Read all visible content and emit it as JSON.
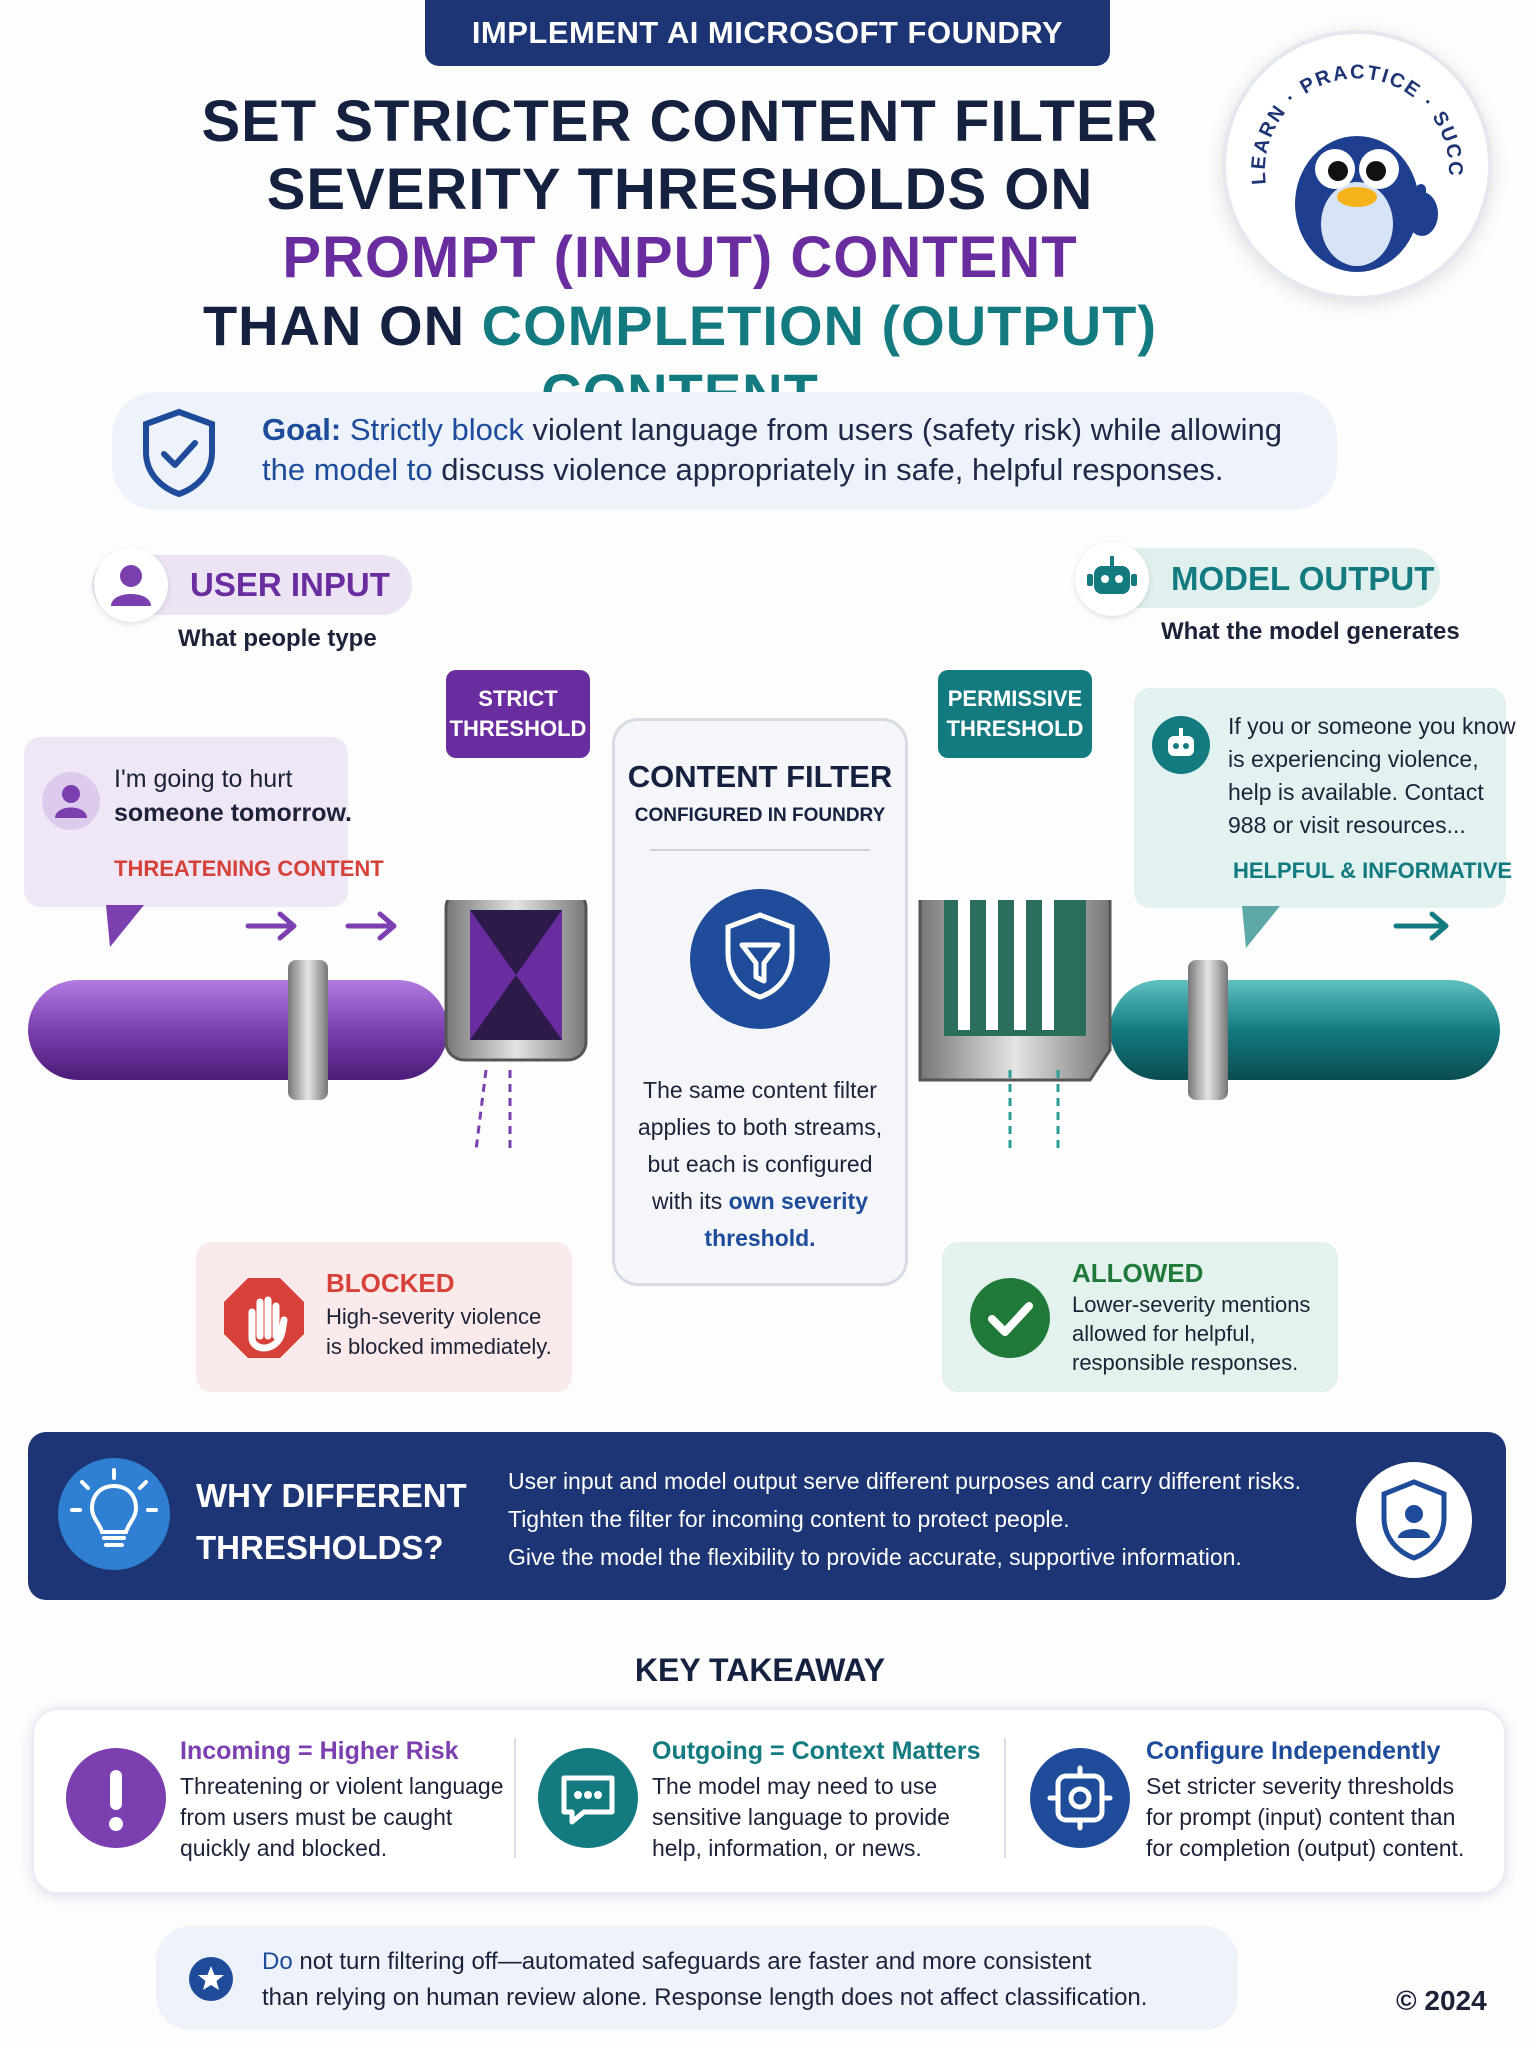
{
  "header": {
    "banner": "IMPLEMENT AI MICROSOFT FOUNDRY",
    "title_line1": "SET STRICTER CONTENT FILTER",
    "title_line2": "SEVERITY THRESHOLDS ON",
    "title_line3": "PROMPT (INPUT) CONTENT",
    "title_line4_a": "THAN ON ",
    "title_line4_b": "COMPLETION (OUTPUT) CONTENT"
  },
  "badge": {
    "arc_text": "LEARN · PRACTICE · SUCCEED",
    "icon": "penguin-mascot"
  },
  "goal": {
    "label": "Goal:",
    "part1": " Strictly block",
    "part2": " violent language from users (safety risk) while allowing",
    "part3": "the model to",
    "part4": " discuss violence appropriately in safe, helpful responses."
  },
  "user_input": {
    "title": "USER INPUT",
    "subtitle": "What people type",
    "threshold_line1": "STRICT",
    "threshold_line2": "THRESHOLD",
    "message_line1": "I'm going to hurt",
    "message_line2": "someone tomorrow.",
    "message_tag": "THREATENING CONTENT",
    "color": "#6a2d9f"
  },
  "model_output": {
    "title": "MODEL OUTPUT",
    "subtitle": "What the model generates",
    "threshold_line1": "PERMISSIVE",
    "threshold_line2": "THRESHOLD",
    "message_line1": "If you or someone you know",
    "message_line2": "is experiencing violence,",
    "message_line3": "help is available. Contact",
    "message_line4": "988 or visit resources...",
    "message_tag": "HELPFUL & INFORMATIVE",
    "color": "#137b80"
  },
  "content_filter": {
    "title": "CONTENT FILTER",
    "subtitle": "CONFIGURED IN FOUNDRY",
    "body1": "The same content filter",
    "body2": "applies to both streams,",
    "body3": "but each is configured",
    "body4": "with its ",
    "body4_highlight": "own severity",
    "body5_highlight": "threshold."
  },
  "blocked": {
    "title": "BLOCKED",
    "line1": "High-severity violence",
    "line2": "is blocked immediately."
  },
  "allowed": {
    "title": "ALLOWED",
    "line1": "Lower-severity mentions",
    "line2": "allowed for helpful,",
    "line3": "responsible responses."
  },
  "why": {
    "title_line1": "WHY DIFFERENT",
    "title_line2": "THRESHOLDS?",
    "line1": "User input and model output serve different purposes and carry different risks.",
    "line2": "Tighten the filter for incoming content to protect people.",
    "line3": "Give the model the flexibility to provide accurate, supportive information."
  },
  "takeaway": {
    "heading": "KEY TAKEAWAY",
    "items": [
      {
        "title": "Incoming = Higher Risk",
        "line1": "Threatening or violent language",
        "line2": "from users must be caught",
        "line3": "quickly and blocked.",
        "color": "#6a2d9f"
      },
      {
        "title": "Outgoing = Context Matters",
        "line1": "The model may need to use",
        "line2": "sensitive language to provide",
        "line3": "help, information, or news.",
        "color": "#137b80"
      },
      {
        "title": "Configure Independently",
        "line1": "Set stricter severity thresholds",
        "line2": "for prompt (input) content than",
        "line3": "for completion (output) content.",
        "color": "#1e4c9a"
      }
    ]
  },
  "note": {
    "part_blue": "Do",
    "line1_rest": " not turn filtering off—automated safeguards are faster and more consistent",
    "line2": "than relying on human review alone. Response length does not affect classification."
  },
  "copyright": "© 2024"
}
